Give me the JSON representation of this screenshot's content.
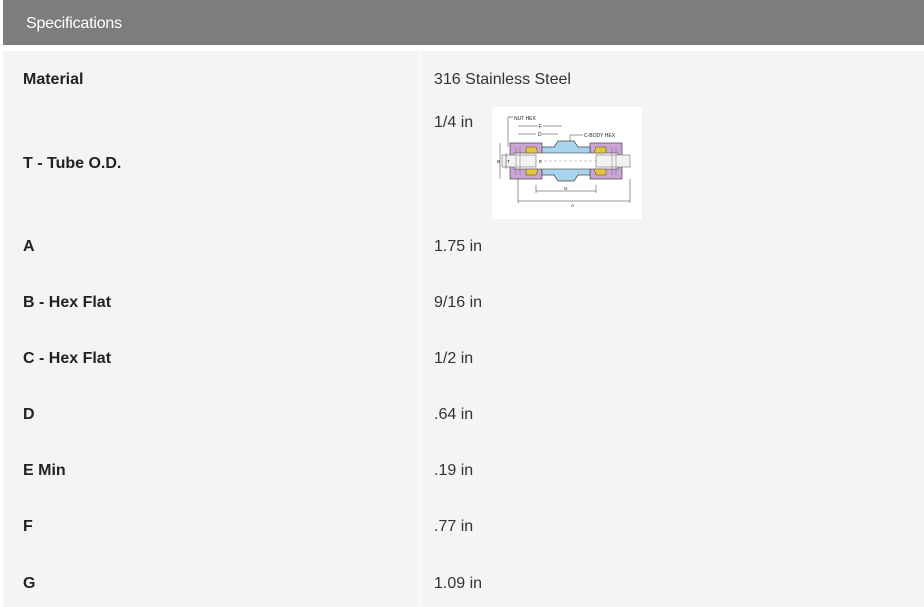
{
  "header": {
    "title": "Specifications"
  },
  "rows": [
    {
      "label": "Material",
      "value": "316 Stainless Steel"
    },
    {
      "label": "T - Tube O.D.",
      "value": "1/4 in"
    },
    {
      "label": "A",
      "value": "1.75 in"
    },
    {
      "label": "B - Hex Flat",
      "value": "9/16 in"
    },
    {
      "label": "C - Hex Flat",
      "value": "1/2 in"
    },
    {
      "label": "D",
      "value": ".64 in"
    },
    {
      "label": "E Min",
      "value": ".19 in"
    },
    {
      "label": "F",
      "value": ".77 in"
    },
    {
      "label": "G",
      "value": "1.09 in"
    }
  ],
  "diagram": {
    "nut_hex_label": "NUT HEX",
    "body_hex_label": "C-BODY HEX",
    "d_label": "D",
    "f_label": "F",
    "b_label": "B",
    "t_label": "T",
    "e_label": "E",
    "g_label": "G",
    "a_label": "A"
  },
  "colors": {
    "header_bg": "#7d7d7d",
    "table_bg": "#f4f4f4",
    "nut_fill": "#c9a6d6",
    "body_fill": "#a9d4ee",
    "ferrule_fill": "#e6c43a"
  }
}
